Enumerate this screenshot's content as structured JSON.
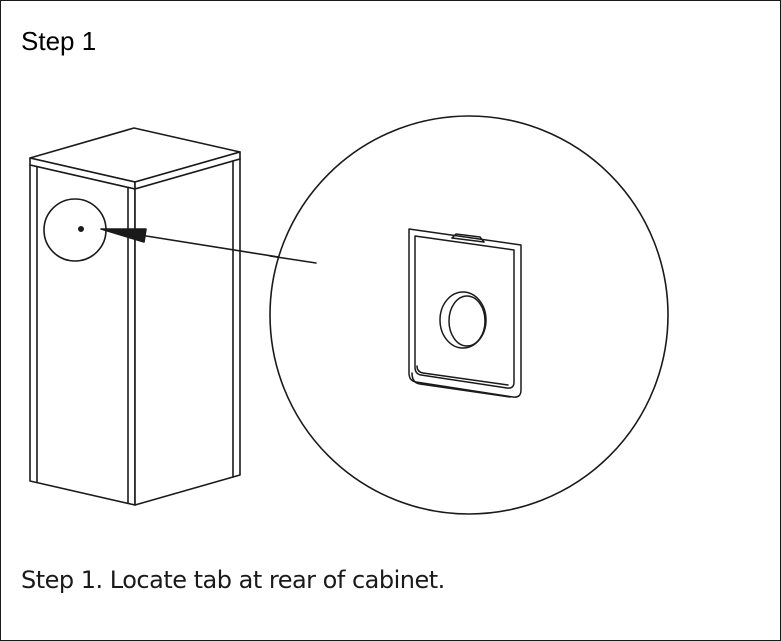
{
  "step": {
    "heading": "Step 1",
    "caption": "Step 1. Locate tab at rear of cabinet."
  },
  "illustration": {
    "line_color": "#1a1a1a",
    "background": "#ffffff",
    "parts": [
      "cabinet",
      "detail-circle",
      "callout-arrow",
      "access-panel",
      "tab-hole"
    ]
  }
}
